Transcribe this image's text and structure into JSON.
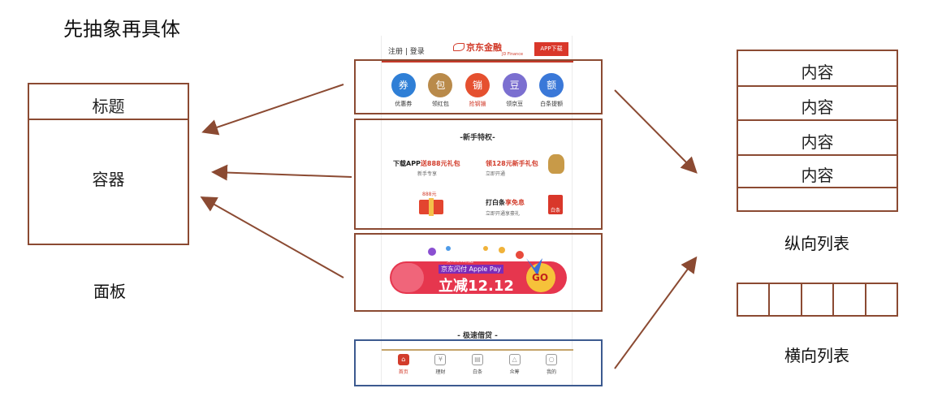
{
  "heading": "先抽象再具体",
  "panel": {
    "title": "标题",
    "body": "容器",
    "caption": "面板"
  },
  "vertical_list": {
    "items": [
      "内容",
      "内容",
      "内容",
      "内容"
    ],
    "caption": "纵向列表"
  },
  "horizontal_list": {
    "cells": 5,
    "caption": "横向列表"
  },
  "phone": {
    "topbar": {
      "register_login": "注册 | 登录",
      "logo_text": "京东金融",
      "logo_sub": "JD Finance",
      "app_download": "APP下载"
    },
    "icons": [
      {
        "label": "优惠券",
        "color": "#2f7fd6",
        "glyph": "券",
        "active": false
      },
      {
        "label": "领红包",
        "color": "#b98a4a",
        "glyph": "包",
        "active": false
      },
      {
        "label": "抢钢镚",
        "color": "#e5502f",
        "glyph": "镚",
        "active": true
      },
      {
        "label": "领京豆",
        "color": "#7b6fd0",
        "glyph": "豆",
        "active": false
      },
      {
        "label": "白条提额",
        "color": "#3a78d8",
        "glyph": "额",
        "active": false
      }
    ],
    "newbie": {
      "title": "-新手特权-",
      "item1_main": "下载APP",
      "item1_red": "送888元礼包",
      "item1_sub": "新手专享",
      "item2_red": "领128元新手礼包",
      "item2_sub": "立即开通",
      "item3_main": "打白条",
      "item3_red": "享免息",
      "item3_sub": "立即开通享豪礼",
      "gift_amount": "888元",
      "baitiao_tag": "白条"
    },
    "banner": {
      "top_text": "买YOUNG而起",
      "line1": "京东闪付 Apple Pay",
      "line2": "立减12.12",
      "go": "GO"
    },
    "loan_title": "- 极速借贷 -",
    "tabs": [
      {
        "label": "首页",
        "glyph": "⌂",
        "active": true
      },
      {
        "label": "理财",
        "glyph": "¥",
        "active": false
      },
      {
        "label": "白条",
        "glyph": "▤",
        "active": false
      },
      {
        "label": "众筹",
        "glyph": "△",
        "active": false
      },
      {
        "label": "我的",
        "glyph": "○",
        "active": false
      }
    ]
  },
  "colors": {
    "annotation_brown": "#8b4a32",
    "annotation_blue": "#3c5a8f",
    "brand_red": "#d23c2b"
  }
}
